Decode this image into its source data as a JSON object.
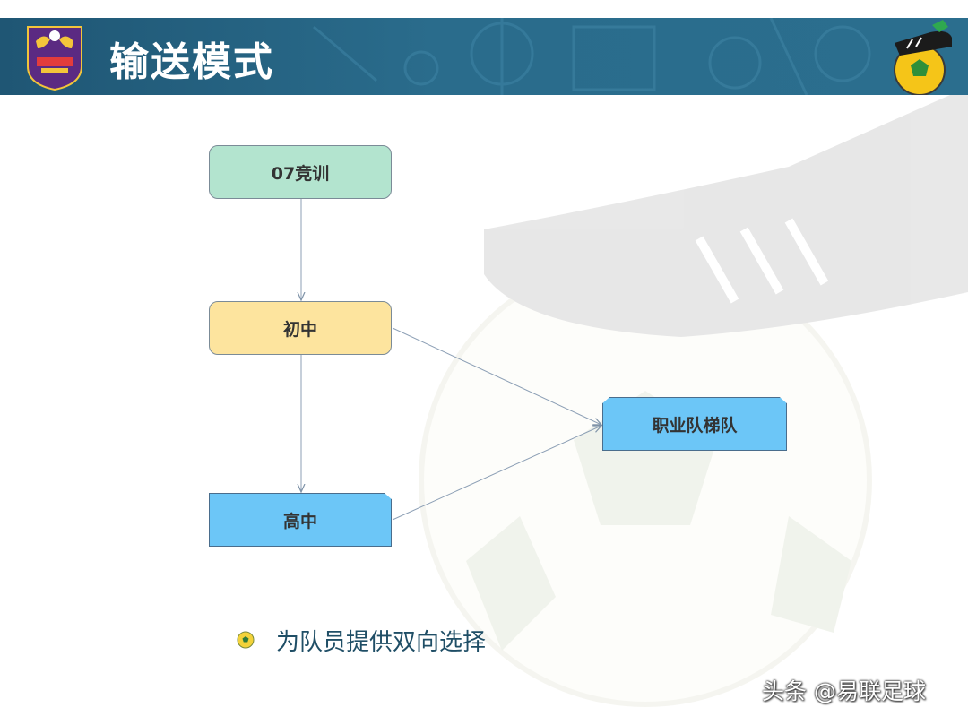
{
  "header": {
    "title": "输送模式",
    "logo_icon": "club-crest-icon",
    "corner_icon": "football-boot-ball-icon",
    "colors": {
      "bar": "#2a6c8c",
      "title": "#ffffff"
    }
  },
  "diagram": {
    "nodes": [
      {
        "id": "n1",
        "label": "07竞训",
        "color": "#b3e4cf"
      },
      {
        "id": "n2",
        "label": "初中",
        "color": "#fde49e"
      },
      {
        "id": "n3",
        "label": "高中",
        "color": "#6cc6f7"
      },
      {
        "id": "n4",
        "label": "职业队梯队",
        "color": "#6cc6f7"
      }
    ],
    "edges": [
      {
        "from": "07竞训",
        "to": "初中"
      },
      {
        "from": "初中",
        "to": "高中"
      },
      {
        "from": "初中",
        "to": "职业队梯队"
      },
      {
        "from": "高中",
        "to": "职业队梯队"
      }
    ]
  },
  "bullet": {
    "icon": "soccer-ball-bullet-icon",
    "text": "为队员提供双向选择"
  },
  "watermark": {
    "text": "头条 @易联足球"
  }
}
